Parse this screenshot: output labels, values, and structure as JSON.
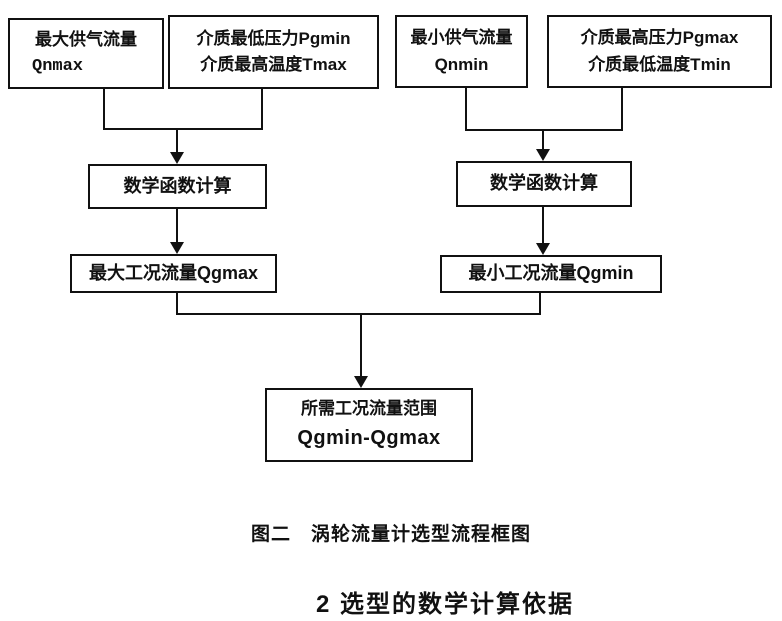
{
  "page": {
    "bg_color": "#ffffff",
    "line_color": "#111111"
  },
  "flowchart": {
    "nodes": {
      "qnmax": {
        "line1": "最大供气流量",
        "line2": "Qnmax"
      },
      "pgmin_tmax": {
        "line1": "介质最低压力Pgmin",
        "line2": "介质最高温度Tmax"
      },
      "qnmin": {
        "line1": "最小供气流量",
        "line2": "Qnmin"
      },
      "pgmax_tmin": {
        "line1": "介质最高压力Pgmax",
        "line2": "介质最低温度Tmin"
      },
      "calc_left": {
        "label": "数学函数计算"
      },
      "calc_right": {
        "label": "数学函数计算"
      },
      "qgmax": {
        "label": "最大工况流量Qgmax"
      },
      "qgmin": {
        "label": "最小工况流量Qgmin"
      },
      "range": {
        "line1": "所需工况流量范围",
        "line2": "Qgmin-Qgmax"
      }
    },
    "caption": "图二　涡轮流量计选型流程框图"
  },
  "section_heading": "2 选型的数学计算依据"
}
